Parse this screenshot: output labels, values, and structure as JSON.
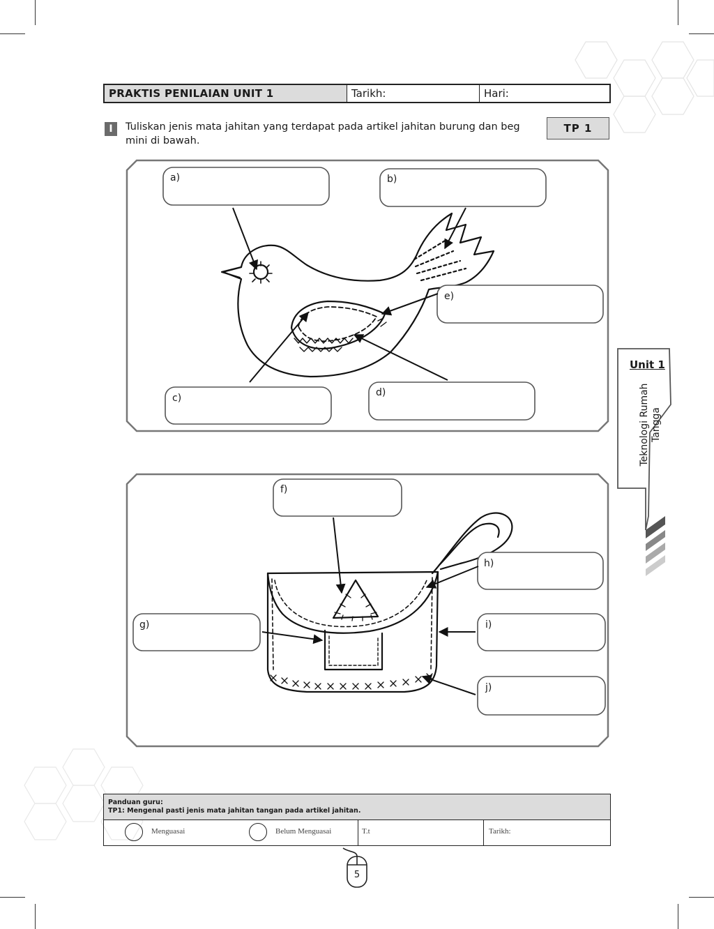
{
  "header": {
    "title": "PRAKTIS PENILAIAN UNIT 1",
    "date_label": "Tarikh:",
    "day_label": "Hari:"
  },
  "question": {
    "number": "I",
    "text": "Tuliskan jenis mata jahitan yang terdapat pada artikel jahitan burung dan beg mini di bawah.",
    "tp": "TP 1"
  },
  "bird_labels": {
    "a": "a)",
    "b": "b)",
    "c": "c)",
    "d": "d)",
    "e": "e)"
  },
  "bag_labels": {
    "f": "f)",
    "g": "g)",
    "h": "h)",
    "i": "i)",
    "j": "j)"
  },
  "sidebar": {
    "unit": "Unit 1",
    "subject": "Teknologi Rumah Tangga"
  },
  "footer": {
    "guide_title": "Panduan guru:",
    "guide_text": "TP1: Mengenal pasti jenis mata jahitan tangan pada artikel jahitan.",
    "option1": "Menguasai",
    "option2": "Belum Menguasai",
    "sign_label": "T.t",
    "date_label": "Tarikh:"
  },
  "page_number": "5"
}
